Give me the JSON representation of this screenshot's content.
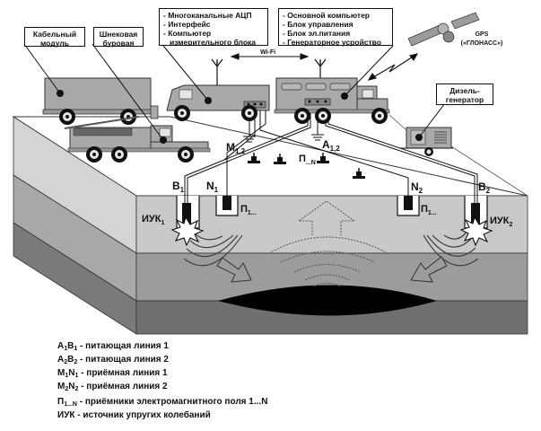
{
  "colors": {
    "top_face": "#ffffff",
    "layer_1": "#c9c9c9",
    "layer_2": "#9c9c9c",
    "layer_3": "#6f6f6f",
    "side_1": "#d4d4d4",
    "side_2": "#a8a8a8",
    "side_3": "#7a7a7a",
    "vehicle": "#a9a9a9",
    "anomaly": "#000000",
    "ink": "#111111"
  },
  "callouts": {
    "cable_module": [
      "Кабельный",
      "модуль"
    ],
    "auger_drill": [
      "Шнековая",
      "буровая"
    ],
    "measuring_block": [
      "- Многоканальные АЦП",
      "- Интерфейс",
      "- Компьютер",
      "  измерительного блока"
    ],
    "main_unit": [
      "- Основной компьютер",
      "- Блок управления",
      "- Блок эл.питания",
      "- Генераторное усройство"
    ],
    "diesel_generator": [
      "Дизель-",
      "генератор"
    ]
  },
  "labels": {
    "wifi": "Wi-Fi",
    "gps": "GPS",
    "glonass": "(«ГЛОНАСС»)",
    "M12": {
      "main": "M",
      "sub": "1,2"
    },
    "A12": {
      "main": "A",
      "sub": "1,2"
    },
    "PN": {
      "main": "П",
      "sub": "...N"
    },
    "B1": {
      "main": "B",
      "sub": "1"
    },
    "N1": {
      "main": "N",
      "sub": "1"
    },
    "N2": {
      "main": "N",
      "sub": "2"
    },
    "B2": {
      "main": "B",
      "sub": "2"
    },
    "P1_left": {
      "main": "П",
      "sub": "1..."
    },
    "P1_right": {
      "main": "П",
      "sub": "1..."
    },
    "IUK1": {
      "main": "ИУК",
      "sub": "1"
    },
    "IUK2": {
      "main": "ИУК",
      "sub": "2"
    }
  },
  "legend": [
    {
      "term": "A",
      "sub1": "1",
      "term2": "B",
      "sub2": "1",
      "desc": " - питающая линия 1"
    },
    {
      "term": "A",
      "sub1": "2",
      "term2": "B",
      "sub2": "2",
      "desc": " - питающая линия 2"
    },
    {
      "term": "M",
      "sub1": "1",
      "term2": "N",
      "sub2": "1",
      "desc": " - приёмная линия 1"
    },
    {
      "term": "M",
      "sub1": "2",
      "term2": "N",
      "sub2": "2",
      "desc": " - приёмная линия 2"
    },
    {
      "term": "П",
      "sub1": "1...N",
      "term2": "",
      "sub2": "",
      "desc": " - приёмники электромагнитного поля 1...N"
    },
    {
      "term": "ИУК",
      "sub1": "",
      "term2": "",
      "sub2": "",
      "desc": " - источник упругих колебаний"
    }
  ]
}
